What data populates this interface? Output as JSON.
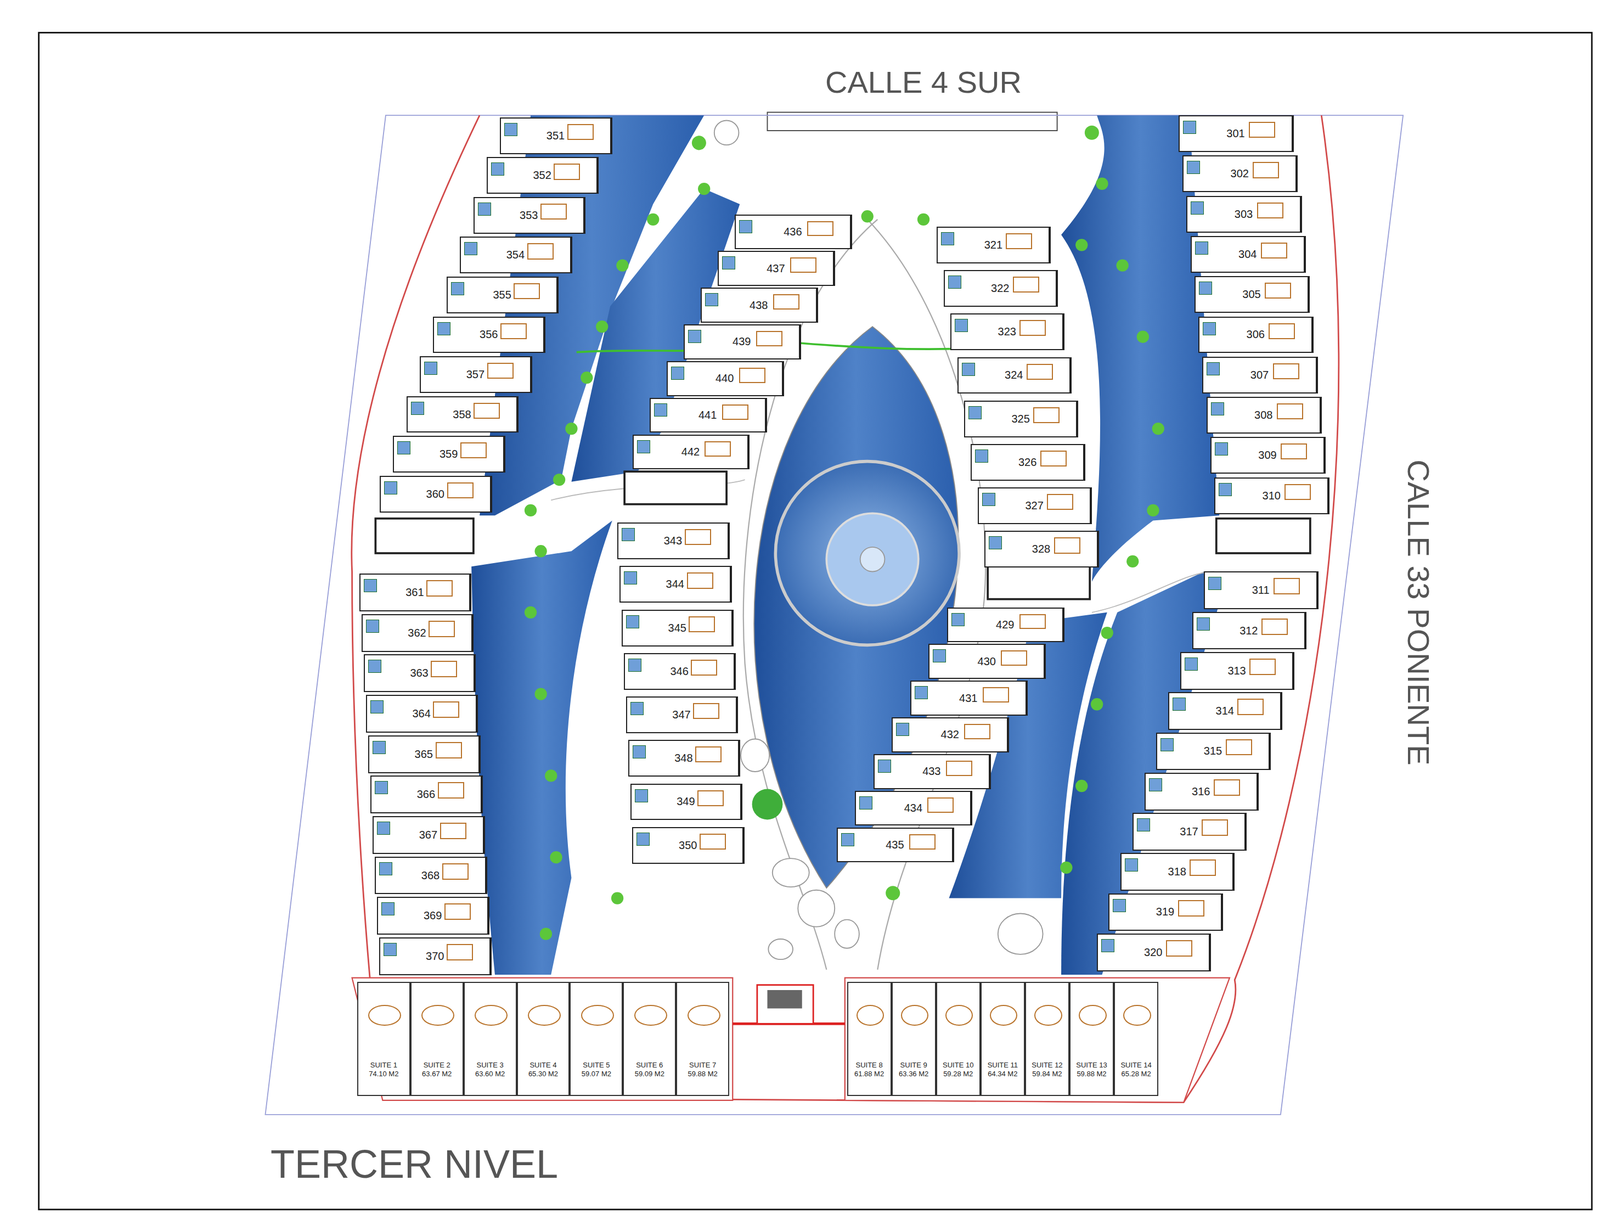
{
  "diagram": {
    "title": "TERCER NIVEL",
    "nodes": [
      {
        "text": [
          "351"
        ]
      },
      {
        "text": [
          "352"
        ]
      },
      {
        "text": [
          "353"
        ]
      },
      {
        "text": [
          "354"
        ]
      },
      {
        "text": [
          "355"
        ]
      },
      {
        "text": [
          "356"
        ]
      },
      {
        "text": [
          "357"
        ]
      },
      {
        "text": [
          "358"
        ]
      },
      {
        "text": [
          "359"
        ]
      },
      {
        "text": [
          "360"
        ]
      },
      {
        "text": [
          "436"
        ]
      },
      {
        "text": [
          "437"
        ]
      },
      {
        "text": [
          "438"
        ]
      },
      {
        "text": [
          "439"
        ]
      },
      {
        "text": [
          "440"
        ]
      },
      {
        "text": [
          "441"
        ]
      },
      {
        "text": [
          "442"
        ]
      },
      {
        "text": [
          "321"
        ]
      },
      {
        "text": [
          "322"
        ]
      },
      {
        "text": [
          "323"
        ]
      },
      {
        "text": [
          "324"
        ]
      },
      {
        "text": [
          "325"
        ]
      },
      {
        "text": [
          "326"
        ]
      },
      {
        "text": [
          "327"
        ]
      },
      {
        "text": [
          "328"
        ]
      },
      {
        "text": [
          "301"
        ]
      },
      {
        "text": [
          "302"
        ]
      },
      {
        "text": [
          "303"
        ]
      },
      {
        "text": [
          "304"
        ]
      },
      {
        "text": [
          "305"
        ]
      },
      {
        "text": [
          "306"
        ]
      },
      {
        "text": [
          "307"
        ]
      },
      {
        "text": [
          "308"
        ]
      },
      {
        "text": [
          "309"
        ]
      },
      {
        "text": [
          "310"
        ]
      },
      {
        "text": [
          "361"
        ]
      },
      {
        "text": [
          "362"
        ]
      },
      {
        "text": [
          "363"
        ]
      },
      {
        "text": [
          "364"
        ]
      },
      {
        "text": [
          "365"
        ]
      },
      {
        "text": [
          "366"
        ]
      },
      {
        "text": [
          "367"
        ]
      },
      {
        "text": [
          "368"
        ]
      },
      {
        "text": [
          "369"
        ]
      },
      {
        "text": [
          "370"
        ]
      },
      {
        "text": [
          "343"
        ]
      },
      {
        "text": [
          "344"
        ]
      },
      {
        "text": [
          "345"
        ]
      },
      {
        "text": [
          "346"
        ]
      },
      {
        "text": [
          "347"
        ]
      },
      {
        "text": [
          "348"
        ]
      },
      {
        "text": [
          "349"
        ]
      },
      {
        "text": [
          "350"
        ]
      },
      {
        "text": [
          "429"
        ]
      },
      {
        "text": [
          "430"
        ]
      },
      {
        "text": [
          "431"
        ]
      },
      {
        "text": [
          "432"
        ]
      },
      {
        "text": [
          "433"
        ]
      },
      {
        "text": [
          "434"
        ]
      },
      {
        "text": [
          "435"
        ]
      },
      {
        "text": [
          "311"
        ]
      },
      {
        "text": [
          "312"
        ]
      },
      {
        "text": [
          "313"
        ]
      },
      {
        "text": [
          "314"
        ]
      },
      {
        "text": [
          "315"
        ]
      },
      {
        "text": [
          "316"
        ]
      },
      {
        "text": [
          "317"
        ]
      },
      {
        "text": [
          "318"
        ]
      },
      {
        "text": [
          "319"
        ]
      },
      {
        "text": [
          "320"
        ]
      },
      {
        "text": [
          "SUITE 1",
          "74.10 M2"
        ]
      },
      {
        "text": [
          "SUITE 2",
          "63.67 M2"
        ]
      },
      {
        "text": [
          "SUITE 3",
          "63.60 M2"
        ]
      },
      {
        "text": [
          "SUITE 4",
          "65.30 M2"
        ]
      },
      {
        "text": [
          "SUITE 5",
          "59.07 M2"
        ]
      },
      {
        "text": [
          "SUITE 6",
          "59.09 M2"
        ]
      },
      {
        "text": [
          "SUITE 7",
          "59.88 M2"
        ]
      },
      {
        "text": [
          "SUITE 8",
          "61.88 M2"
        ]
      },
      {
        "text": [
          "SUITE 9",
          "63.36 M2"
        ]
      },
      {
        "text": [
          "SUITE 10",
          "59.28 M2"
        ]
      },
      {
        "text": [
          "SUITE 11",
          "64.34 M2"
        ]
      },
      {
        "text": [
          "SUITE 12",
          "59.84 M2"
        ]
      },
      {
        "text": [
          "SUITE 13",
          "59.88 M2"
        ]
      },
      {
        "text": [
          "SUITE 14",
          "65.28 M2"
        ]
      }
    ],
    "labels": [
      "CALLE 4 SUR",
      "CALLE 33 PONIENTE"
    ]
  }
}
